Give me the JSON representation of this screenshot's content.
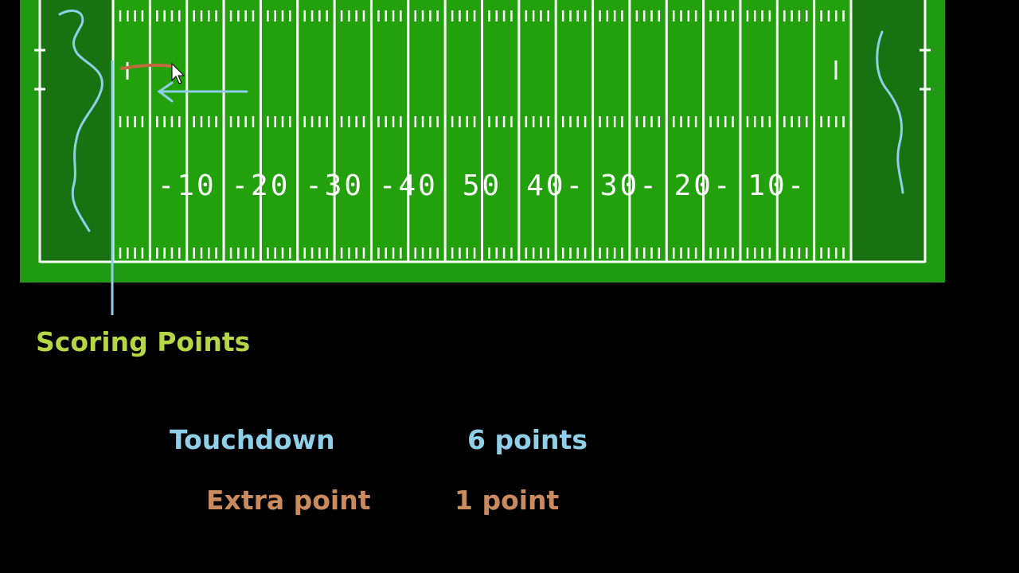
{
  "field": {
    "colors": {
      "border": "#1f9a12",
      "playing_field": "#22a10d",
      "end_zone": "#187212",
      "lines": "#ffffff"
    },
    "yard_numbers": [
      "-10",
      "-20",
      "-30",
      "-40",
      "50",
      "40-",
      "30-",
      "20-",
      "10-"
    ]
  },
  "annotations": {
    "colors": {
      "blue_marker": "#8fcfe8",
      "brown_marker": "#c06a3e"
    }
  },
  "text": {
    "title": "Scoring Points",
    "title_color": "#b5d645",
    "rows": [
      {
        "name": "Touchdown",
        "points": "6 points",
        "color": "#8fcfe8"
      },
      {
        "name": "Extra point",
        "points": "1 point",
        "color": "#c98a5e"
      }
    ]
  }
}
